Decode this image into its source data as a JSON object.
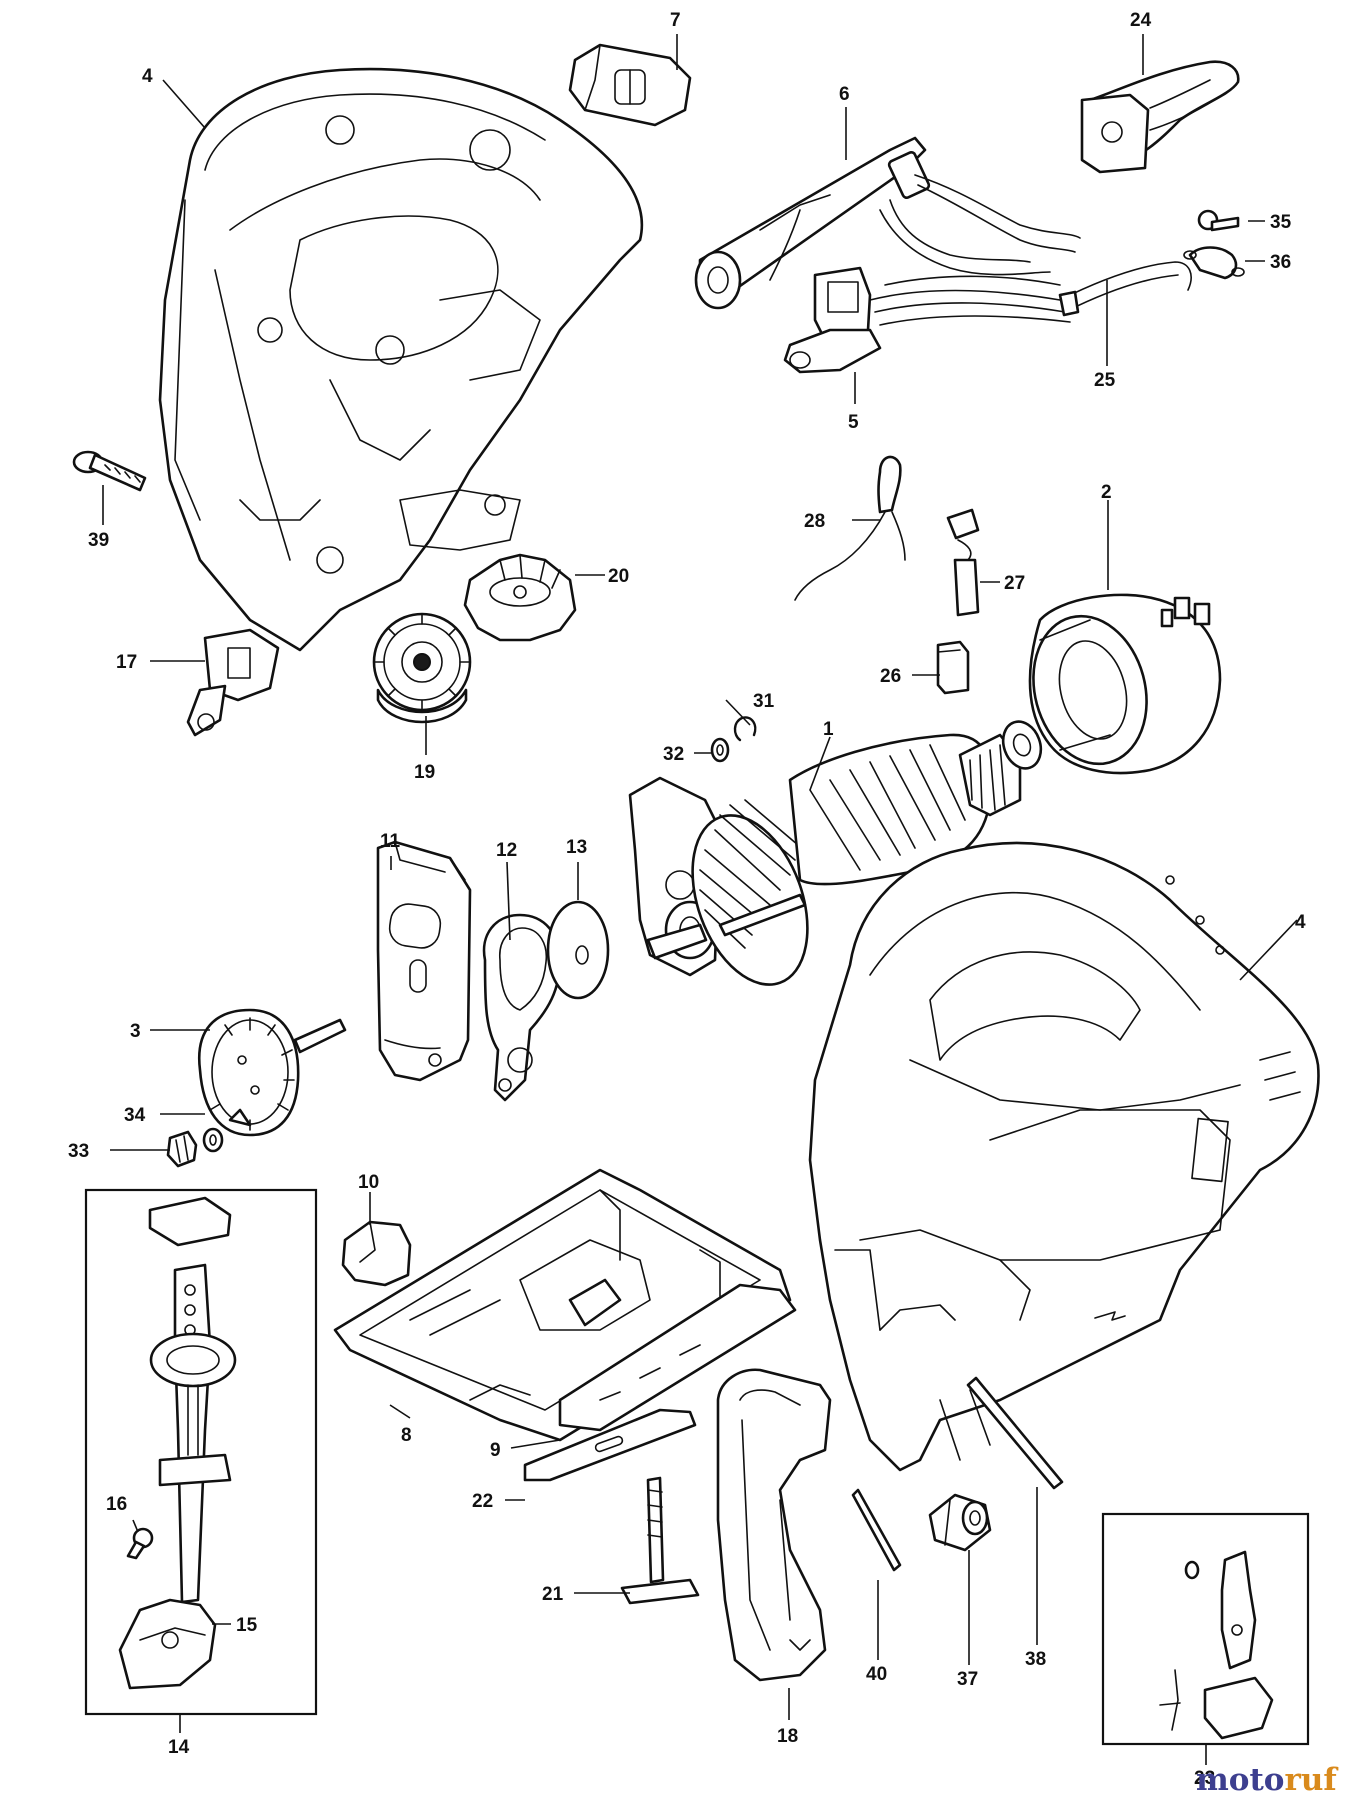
{
  "figure": {
    "type": "exploded-parts-diagram",
    "part_numbers": [
      "1",
      "2",
      "3",
      "4",
      "4",
      "5",
      "6",
      "7",
      "8",
      "9",
      "10",
      "11",
      "12",
      "13",
      "14",
      "15",
      "16",
      "17",
      "18",
      "19",
      "20",
      "21",
      "22",
      "23",
      "24",
      "25",
      "26",
      "27",
      "28",
      "31",
      "32",
      "33",
      "34",
      "35",
      "36",
      "37",
      "38",
      "39",
      "40"
    ]
  },
  "labels": {
    "p1": "1",
    "p2": "2",
    "p3": "3",
    "p4a": "4",
    "p4b": "4",
    "p5": "5",
    "p6": "6",
    "p7": "7",
    "p8": "8",
    "p9": "9",
    "p10": "10",
    "p11": "11",
    "p12": "12",
    "p13": "13",
    "p14": "14",
    "p15": "15",
    "p16": "16",
    "p17": "17",
    "p18": "18",
    "p19": "19",
    "p20": "20",
    "p21": "21",
    "p22": "22",
    "p23": "23",
    "p24": "24",
    "p25": "25",
    "p26": "26",
    "p27": "27",
    "p28": "28",
    "p31": "31",
    "p32": "32",
    "p33": "33",
    "p34": "34",
    "p35": "35",
    "p36": "36",
    "p37": "37",
    "p38": "38",
    "p39": "39",
    "p40": "40"
  },
  "watermark": {
    "part1": "moto",
    "part2": "ruf",
    "colors": {
      "part1": "#3d3f8f",
      "part2": "#d98a1c"
    }
  }
}
